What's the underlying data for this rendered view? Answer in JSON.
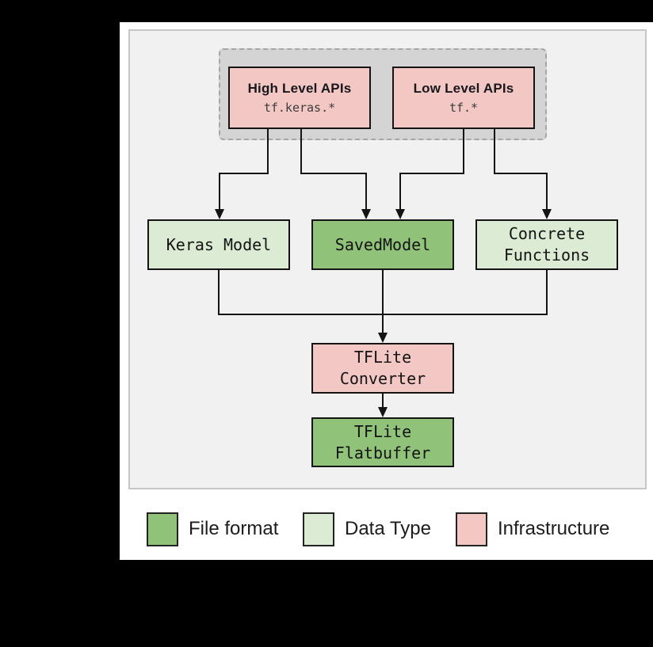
{
  "palette": {
    "background": "#000000",
    "canvas": "#ffffff",
    "panel_bg": "#f1f1f1",
    "panel_border": "#c6c6c6",
    "api_group_bg": "#d4d4d4",
    "api_group_border": "#a6a6a6",
    "node_border": "#141414",
    "connector": "#141414",
    "file_format_green": "#90c379",
    "data_type_light_green": "#dcebd3",
    "infrastructure_pink": "#f3c7c4"
  },
  "diagram": {
    "api_group": {
      "high_level": {
        "title": "High Level APIs",
        "code": "tf.keras.*"
      },
      "low_level": {
        "title": "Low Level APIs",
        "code": "tf.*"
      }
    },
    "nodes": {
      "keras_model": "Keras Model",
      "saved_model": "SavedModel",
      "concrete_functions": "Concrete\nFunctions",
      "tflite_converter": "TFLite\nConverter",
      "tflite_flatbuffer": "TFLite\nFlatbuffer"
    }
  },
  "legend": {
    "items": [
      {
        "label": "File format",
        "color": "#90c379"
      },
      {
        "label": "Data Type",
        "color": "#dcebd3"
      },
      {
        "label": "Infrastructure",
        "color": "#f3c7c4"
      }
    ]
  }
}
